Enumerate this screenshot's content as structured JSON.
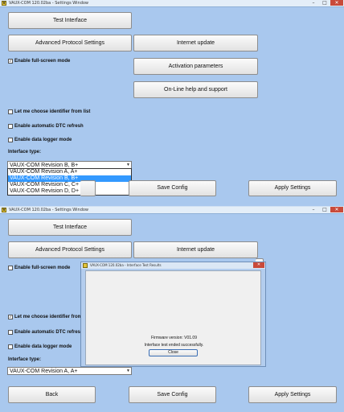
{
  "top_window": {
    "title": "VAUX-COM 120.02ba - Settings Window",
    "app_icon_letter": "V",
    "buttons": {
      "test_interface": "Test Interface",
      "advanced_protocol": "Advanced Protocol Settings",
      "internet_update": "Internet update",
      "activation": "Activation parameters",
      "online_help": "On-Line help and support",
      "save_config": "Save Config",
      "apply_settings": "Apply Settings"
    },
    "checkboxes": {
      "fullscreen": "Enable full-screen mode",
      "choose_identifier": "Let me choose identifier from list",
      "dtc_refresh": "Enable automatic DTC refresh",
      "data_logger": "Enable data logger mode"
    },
    "fullscreen_checked": true,
    "interface_type_label": "Interface type:",
    "select_value": "VAUX-COM Revision B, B+",
    "dropdown_options": [
      "VAUX-COM Revision A, A+",
      "VAUX-COM Revision B, B+",
      "VAUX-COM Revision C, C+",
      "VAUX-COM Revision D, D+"
    ]
  },
  "bottom_window": {
    "title": "VAUX-COM 120.02ba - Settings Window",
    "app_icon_letter": "V",
    "buttons": {
      "test_interface": "Test Interface",
      "advanced_protocol": "Advanced Protocol Settings",
      "internet_update": "Internet update",
      "back": "Back",
      "save_config": "Save Config",
      "apply_settings": "Apply Settings"
    },
    "checkboxes": {
      "fullscreen": "Enable full-screen mode",
      "choose_identifier": "Let me choose identifier from list",
      "dtc_refresh": "Enable automatic DTC refresh",
      "data_logger": "Enable data logger mode"
    },
    "choose_identifier_checked": true,
    "interface_type_label": "Interface type:",
    "select_value": "VAUX-COM Revision A, A+"
  },
  "dialog": {
    "title": "VAUX-COM 120.02ba - Interface Test Results",
    "firmware": "Firmware version: V01.09",
    "message": "Interface test ended successfully.",
    "close": "Close"
  },
  "title_buttons": {
    "min": "–",
    "max": "□",
    "close": "✕"
  },
  "check_mark": "✓"
}
